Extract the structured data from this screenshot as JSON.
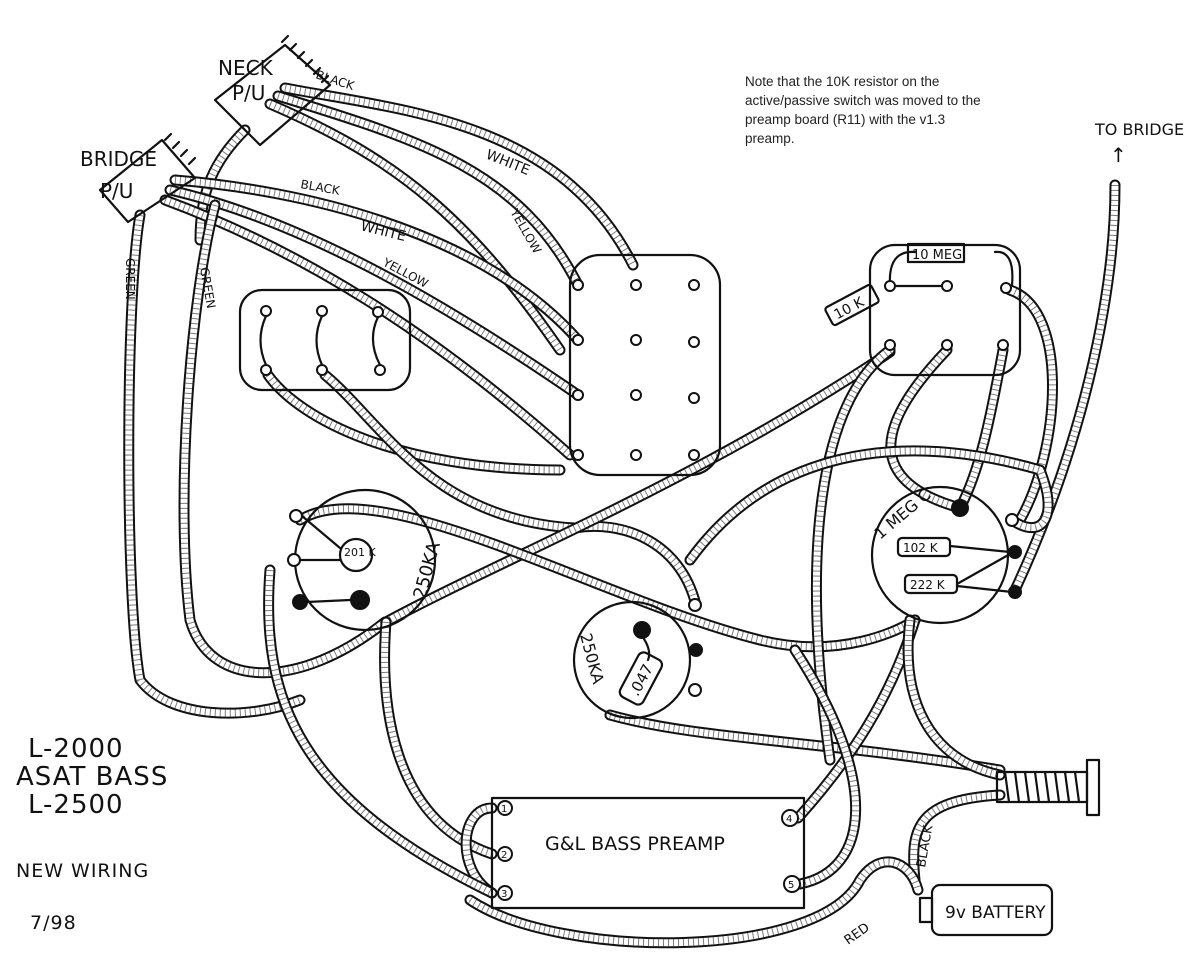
{
  "note": "Note that the 10K resistor on the active/passive switch was moved to the preamp board (R11) with the v1.3 preamp.",
  "pickups": {
    "neck": {
      "line1": "NECK",
      "line2": "P/U"
    },
    "bridge": {
      "line1": "BRIDGE",
      "line2": "P/U"
    }
  },
  "wire_labels": {
    "neck_black": "BLACK",
    "neck_white": "WHITE",
    "neck_yellow": "YELLOW",
    "bridge_black": "BLACK",
    "bridge_white": "WHITE",
    "bridge_yellow": "YELLOW",
    "green_1": "GREEN",
    "green_2": "GREEN",
    "battery_red": "RED",
    "battery_black": "BLACK"
  },
  "to_bridge": {
    "label": "TO BRIDGE",
    "arrow": "↑"
  },
  "components": {
    "pot_left": {
      "value": "250KA",
      "resistor": "201 K"
    },
    "pot_middle": {
      "value": "250KA",
      "capacitor": ".047"
    },
    "pot_right": {
      "value": "1 MEG C",
      "resistor_a": "102 K",
      "resistor_b": "222 K"
    },
    "switch_right": {
      "resistor_top": "10 MEG",
      "resistor_side": "10 K"
    }
  },
  "preamp": {
    "label": "G&L BASS PREAMP",
    "terminals": [
      "1",
      "2",
      "3",
      "4",
      "5"
    ]
  },
  "battery": {
    "label": "9v BATTERY"
  },
  "model_info": {
    "lines": [
      "L-2000",
      "ASAT BASS",
      "L-2500"
    ],
    "subtitle": "NEW WIRING",
    "date": "7/98"
  }
}
